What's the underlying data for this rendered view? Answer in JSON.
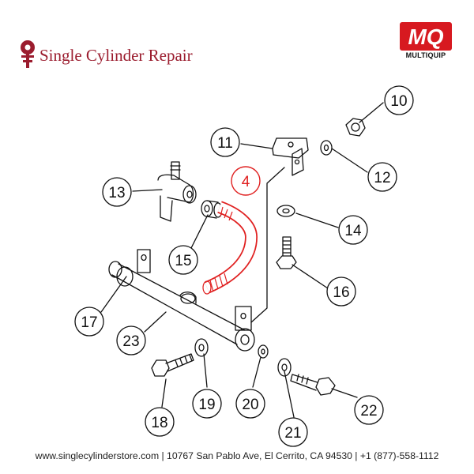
{
  "header": {
    "brand_name": "Single Cylinder Repair",
    "brand_logo": "sc-logo-icon",
    "brand_color": "#9b1c2e",
    "maker_logo_text": "MQ",
    "maker_name": "MULTIQUIP",
    "maker_color": "#d71920"
  },
  "diagram": {
    "highlight_color": "#e02020",
    "callouts": {
      "c4": "4",
      "c10": "10",
      "c11": "11",
      "c12": "12",
      "c13": "13",
      "c14": "14",
      "c15": "15",
      "c16": "16",
      "c17": "17",
      "c18": "18",
      "c19": "19",
      "c20": "20",
      "c21": "21",
      "c22": "22",
      "c23": "23"
    }
  },
  "footer": {
    "text": "www.singlecylinderstore.com  |  10767 San Pablo Ave, El Cerrito, CA 94530  |  +1 (877)-558-1112"
  }
}
